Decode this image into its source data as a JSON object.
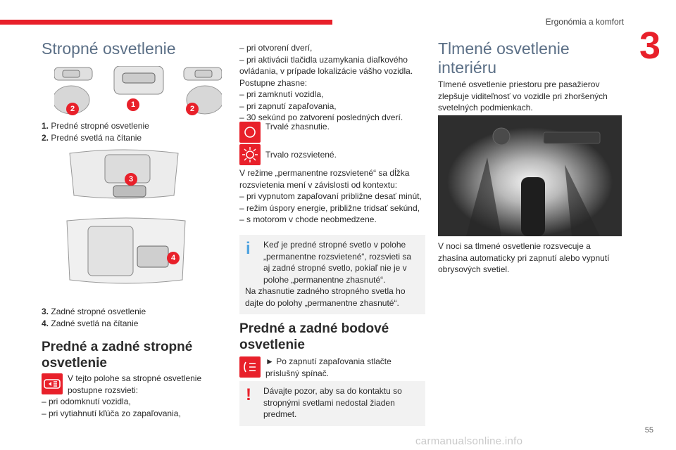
{
  "header": {
    "title": "Ergonómia a komfort",
    "chapter": "3",
    "page": "55"
  },
  "watermark": "carmanualsonline.info",
  "col1": {
    "title": "Stropné osvetlenie",
    "legend1": [
      {
        "num": "1.",
        "text": "Predné stropné osvetlenie"
      },
      {
        "num": "2.",
        "text": "Predné svetlá na čítanie"
      }
    ],
    "legend2": [
      {
        "num": "3.",
        "text": "Zadné stropné osvetlenie"
      },
      {
        "num": "4.",
        "text": "Zadné svetlá na čítanie"
      }
    ],
    "callouts": [
      "1",
      "2",
      "2",
      "3",
      "4"
    ],
    "section_title": "Predné a zadné stropné osvetlenie",
    "intro": "V tejto polohe sa stropné osvetlenie postupne rozsvieti:",
    "items": [
      "– pri odomknutí vozidla,",
      "– pri vytiahnutí kľúča zo zapaľovania,"
    ]
  },
  "col2": {
    "items_a": [
      "– pri otvorení dverí,",
      "– pri aktivácii tlačidla uzamykania diaľkového ovládania, v prípade lokalizácie vášho vozidla."
    ],
    "off_label": "Postupne zhasne:",
    "items_b": [
      "– pri zamknutí vozidla,",
      "– pri zapnutí zapaľovania,",
      "– 30 sekúnd po zatvorení posledných dverí."
    ],
    "off_text": "Trvalé zhasnutie.",
    "on_text": "Trvalo rozsvietené.",
    "perm_intro": "V režime „permanentne rozsvietené“ sa dĺžka rozsvietenia mení v závislosti od kontextu:",
    "items_c": [
      "– pri vypnutom zapaľovaní približne desať minút,",
      "– režim úspory energie, približne tridsať sekúnd,",
      "– s motorom v chode neobmedzene."
    ],
    "info_note": "Keď je predné stropné svetlo v polohe „permanentne rozsvietené“, rozsvieti sa aj zadné stropné svetlo, pokiaľ nie je v polohe „permanentne zhasnuté“.",
    "info_note2": "Na zhasnutie zadného stropného svetla ho dajte do polohy „permanentne zhasnuté“.",
    "spot_title": "Predné a zadné bodové osvetlenie",
    "spot_text": "► Po zapnutí zapaľovania stlačte príslušný spínač.",
    "warn_note": "Dávajte pozor, aby sa do kontaktu so stropnými svetlami nedostal žiaden predmet."
  },
  "col3": {
    "title": "Tlmené osvetlenie interiéru",
    "intro": "Tlmené osvetlenie priestoru pre pasažierov zlepšuje viditeľnosť vo vozidle pri zhoršených svetelných podmienkach.",
    "night": "V noci sa tlmené osvetlenie rozsvecuje a zhasína automaticky pri zapnutí alebo vypnutí obrysových svetiel."
  },
  "colors": {
    "accent": "#e8202a",
    "heading": "#5b6f86",
    "info": "#4fa3e0"
  },
  "icons": [
    "lamp-door-icon",
    "lamp-off-icon",
    "lamp-on-icon",
    "info-icon",
    "spot-lamp-icon",
    "warning-icon"
  ]
}
